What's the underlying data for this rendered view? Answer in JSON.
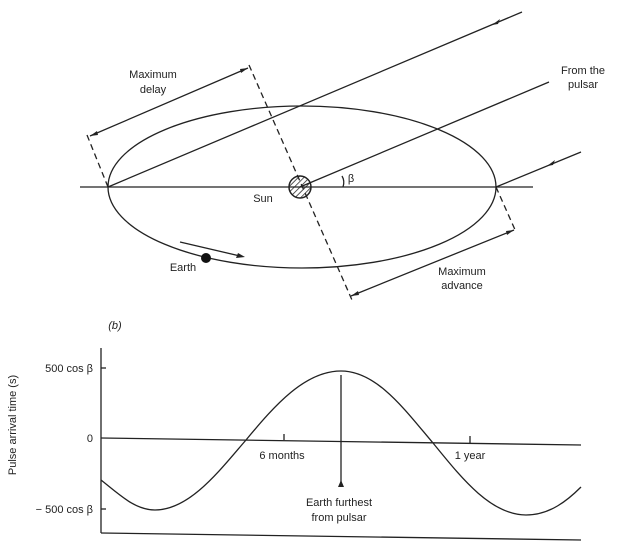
{
  "diagram_a": {
    "label_max_delay_1": "Maximum",
    "label_max_delay_2": "delay",
    "label_max_advance_1": "Maximum",
    "label_max_advance_2": "advance",
    "label_from_1": "From the",
    "label_from_2": "pulsar",
    "label_sun": "Sun",
    "label_earth": "Earth",
    "label_beta": "β"
  },
  "diagram_b": {
    "panel_label": "(b)",
    "y_axis_label": "Pulse arrival time (s)",
    "y_ticks": [
      "500 cos β",
      "0",
      "− 500 cos β"
    ],
    "x_ticks": [
      "6 months",
      "1 year"
    ],
    "annotation_1": "Earth furthest",
    "annotation_2": "from pulsar"
  }
}
